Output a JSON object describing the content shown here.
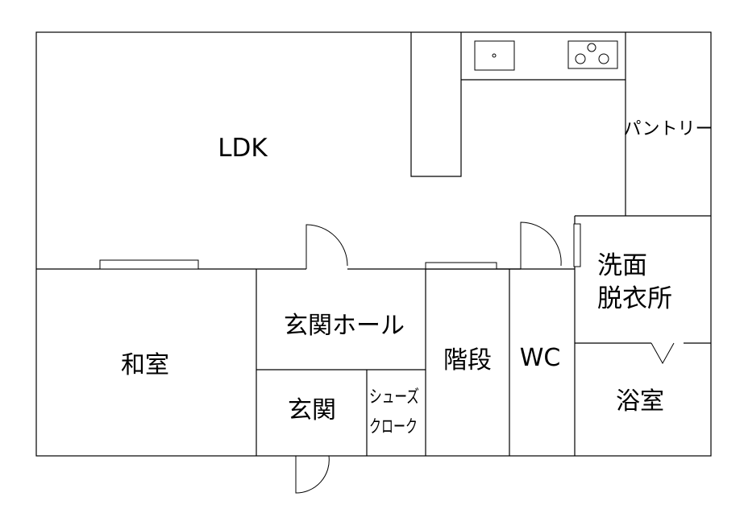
{
  "floor_plan": {
    "rooms": {
      "ldk": "LDK",
      "pantry": "パントリー",
      "washroom_line1": "洗面",
      "washroom_line2": "脱衣所",
      "japanese_room": "和室",
      "entrance_hall": "玄関ホール",
      "stairs": "階段",
      "wc": "WC",
      "bathroom": "浴室",
      "entrance": "玄関",
      "shoe_closet_line1": "シューズ",
      "shoe_closet_line2": "クローク"
    }
  }
}
